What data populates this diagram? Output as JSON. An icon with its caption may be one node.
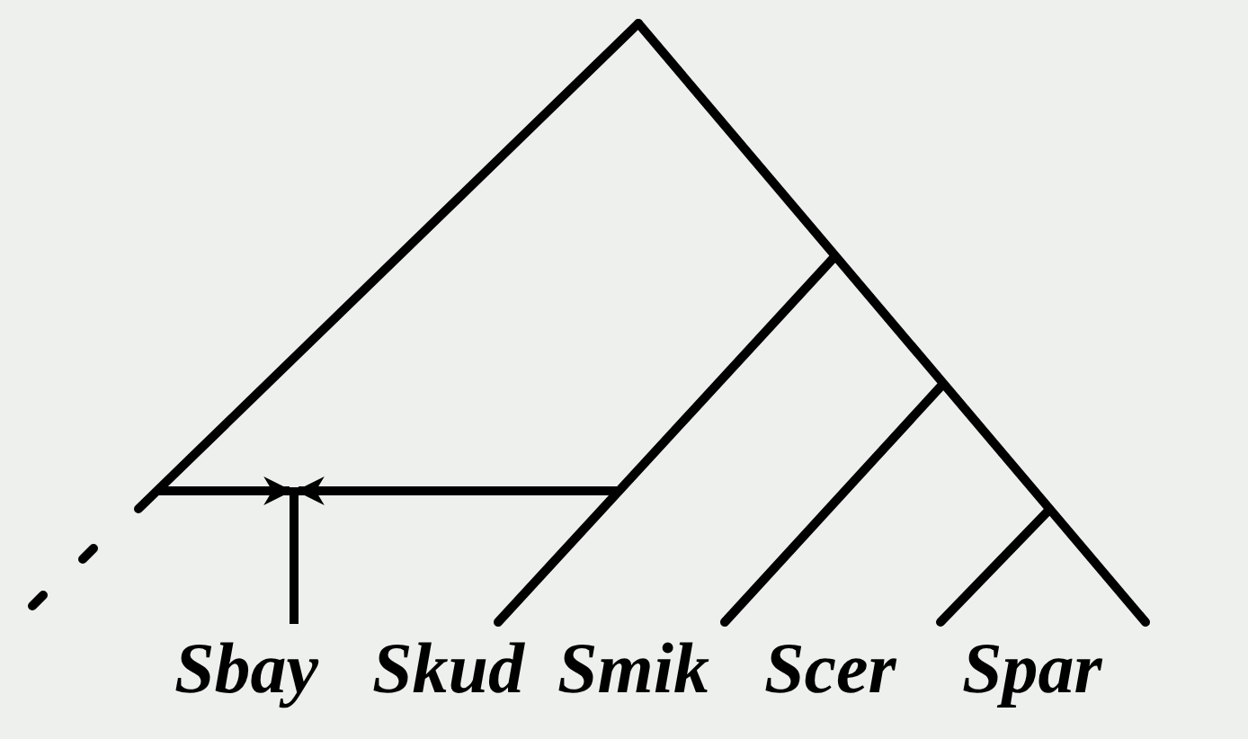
{
  "diagram": {
    "nodes": [
      {
        "text": [
          "Sbay"
        ]
      },
      {
        "text": [
          "Skud"
        ]
      },
      {
        "text": [
          "Smik"
        ]
      },
      {
        "text": [
          "Scer"
        ]
      },
      {
        "text": [
          "Spar"
        ]
      },
      {
        "text": [],
        "shape": "bar"
      }
    ],
    "edges": [
      {
        "from": null,
        "to": 5,
        "arrow": "to"
      },
      {
        "from": null,
        "to": 5,
        "arrow": "to"
      }
    ]
  }
}
